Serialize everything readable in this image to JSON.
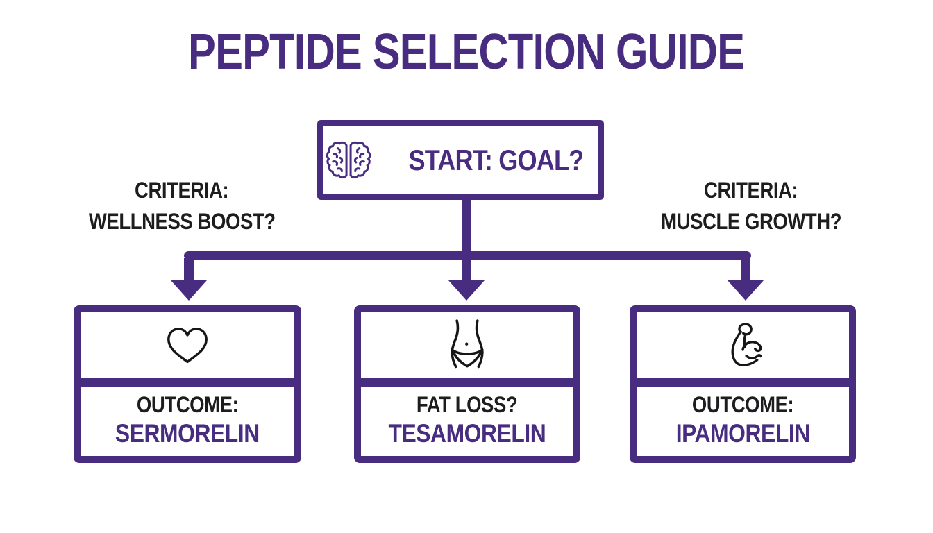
{
  "title": "PEPTIDE SELECTION GUIDE",
  "colors": {
    "purple": "#482C80",
    "text_dark": "#1D1D1F",
    "background": "#FFFFFF"
  },
  "start_node": {
    "icon": "brain-icon",
    "label": "START: GOAL?"
  },
  "criteria": {
    "left": {
      "line1": "CRITERIA:",
      "line2": "WELLNESS BOOST?"
    },
    "right": {
      "line1": "CRITERIA:",
      "line2": "MUSCLE GROWTH?"
    }
  },
  "outcome_nodes": [
    {
      "icon": "heart-icon",
      "line1": "OUTCOME:",
      "line2": "SERMORELIN"
    },
    {
      "icon": "waist-icon",
      "line1": "FAT LOSS?",
      "line2": "TESAMORELIN"
    },
    {
      "icon": "bicep-icon",
      "line1": "OUTCOME:",
      "line2": "IPAMORELIN"
    }
  ]
}
